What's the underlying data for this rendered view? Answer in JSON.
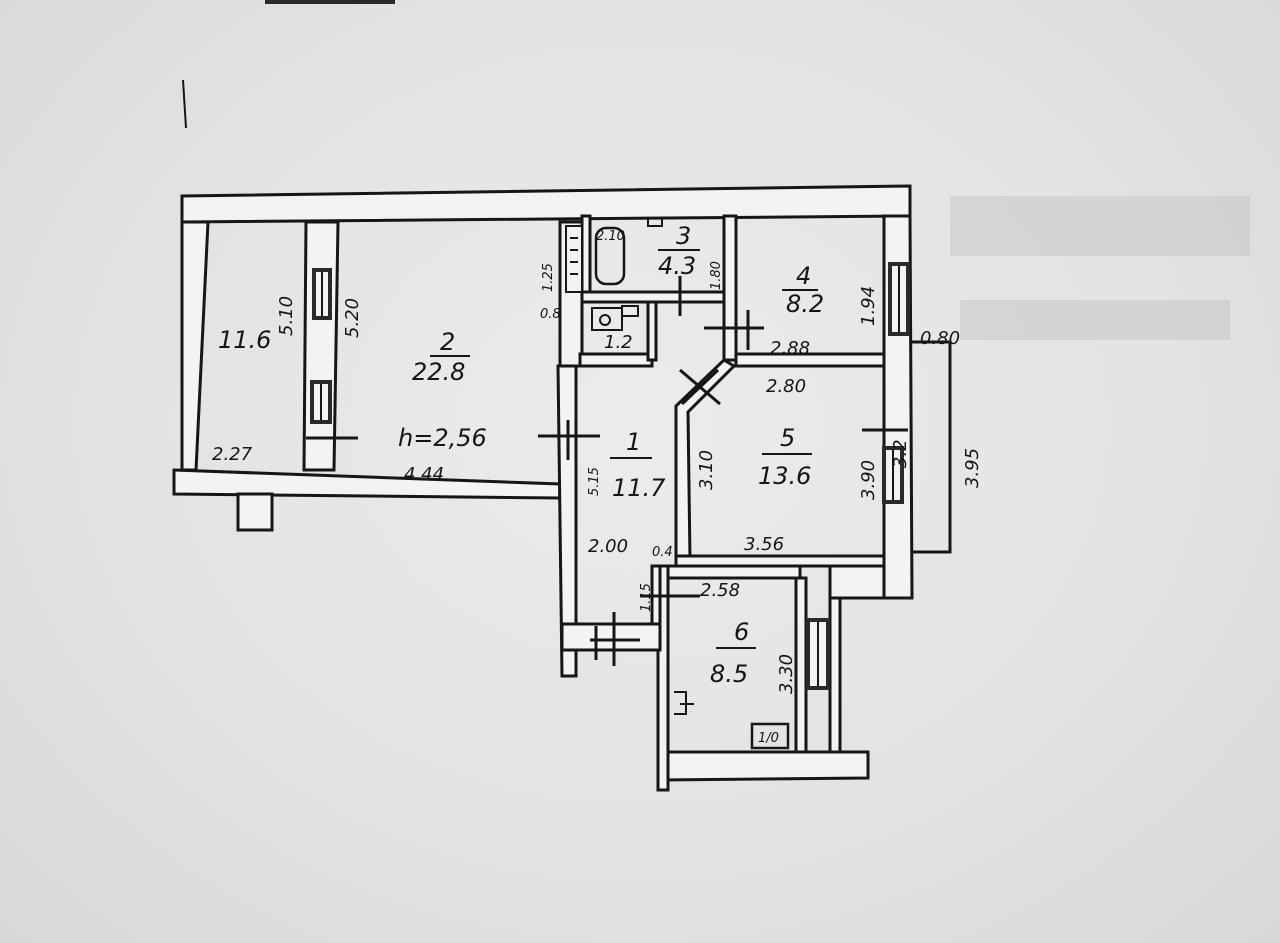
{
  "rooms": {
    "loggia": {
      "area": "11.6"
    },
    "room_2": {
      "number": "2",
      "area": "22.8"
    },
    "room_3": {
      "number": "3",
      "area": "4.3"
    },
    "room_4": {
      "number": "4",
      "area": "8.2"
    },
    "room_wc": {
      "area": "1.2"
    },
    "room_1": {
      "number": "1",
      "area": "11.7"
    },
    "room_5": {
      "number": "5",
      "area": "13.6"
    },
    "room_6": {
      "number": "6",
      "area": "8.5"
    }
  },
  "ceiling_height": "h=2,56",
  "dimensions": {
    "loggia_length": "5.10",
    "loggia_width": "2.27",
    "room2_length": "5.20",
    "room2_width": "4.44",
    "hall_small": "1.25",
    "hall_small2": "0.8",
    "bath_width": "2.10",
    "bath_depth": "1.80",
    "room4_depth": "1.94",
    "room4_width": "2.88",
    "balcony_width": "0.80",
    "room5_top": "2.80",
    "room5_left": "3.10",
    "room5_right": "3.90",
    "room5_bottom": "3.56",
    "room1_length": "5.15",
    "room1_width": "2.00",
    "balcony_length": "3.95",
    "balcony_mid": "3.2",
    "room6_top": "2.58",
    "room6_right": "3.30",
    "corridor_small": "1.15",
    "corner_small": "0.4"
  },
  "fixtures": {
    "stove_label": "1/0"
  }
}
